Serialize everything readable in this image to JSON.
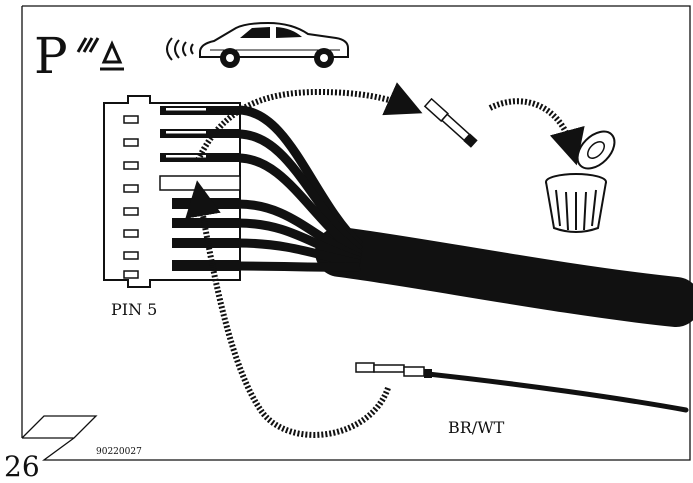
{
  "header": {
    "symbol_letter": "P",
    "symbol_icon": "parking-sensor-warning-icon",
    "signal_icon": "signal-waves-icon",
    "vehicle_icon": "car-icon"
  },
  "labels": {
    "pin": "PIN 5",
    "wire_color": "BR/WT",
    "figure_code": "90220027",
    "page_number": "26"
  },
  "connector": {
    "slot_count": 8,
    "wired_slots": [
      1,
      2,
      3,
      5,
      6,
      7,
      8
    ],
    "empty_slot": 4
  },
  "icons": {
    "removed_terminal": "terminal-pin-icon",
    "new_terminal": "terminal-pin-icon",
    "disposal": "trash-can-icon"
  },
  "colors": {
    "line": "#111111",
    "background": "#ffffff"
  }
}
